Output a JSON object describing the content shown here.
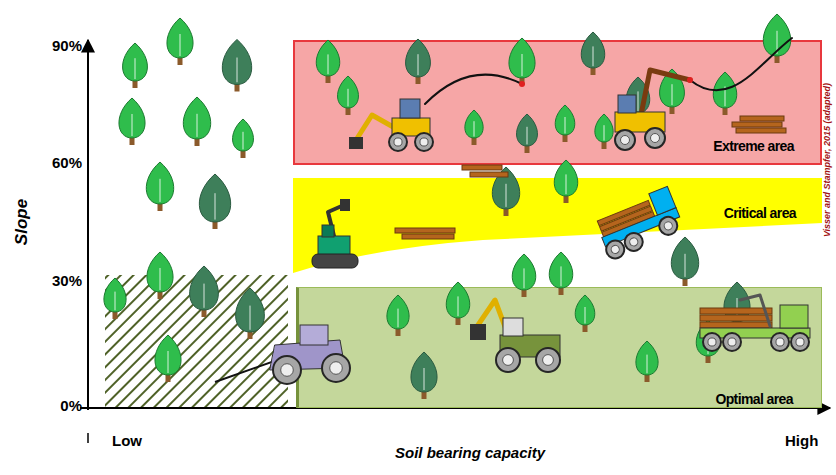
{
  "diagram": {
    "nodes": [
      {
        "text": [
          "Extreme area"
        ]
      },
      {
        "text": [
          "Critical area"
        ]
      },
      {
        "text": [
          "Optimal area"
        ]
      }
    ],
    "labels": [
      "90%",
      "60%",
      "30%",
      "0%",
      "Slope",
      "Low",
      "Soil bearing capacity",
      "High",
      "Visser and Stampfer, 2015 (adapted)"
    ]
  }
}
